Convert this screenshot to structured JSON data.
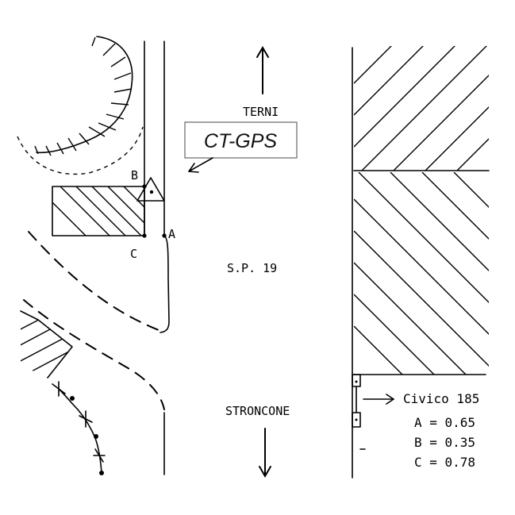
{
  "labels": {
    "direction_north": "TERNI",
    "direction_south": "STRONCONE",
    "road_name": "S.P. 19",
    "station_box": "CT-GPS",
    "point_a": "A",
    "point_b": "B",
    "point_c": "C",
    "civic_number": "Civico 185"
  },
  "measurements": [
    {
      "label": "A",
      "text": "A = 0.65",
      "value": 0.65
    },
    {
      "label": "B",
      "text": "B = 0.35",
      "value": 0.35
    },
    {
      "label": "C",
      "text": "C = 0.78",
      "value": 0.78
    }
  ]
}
